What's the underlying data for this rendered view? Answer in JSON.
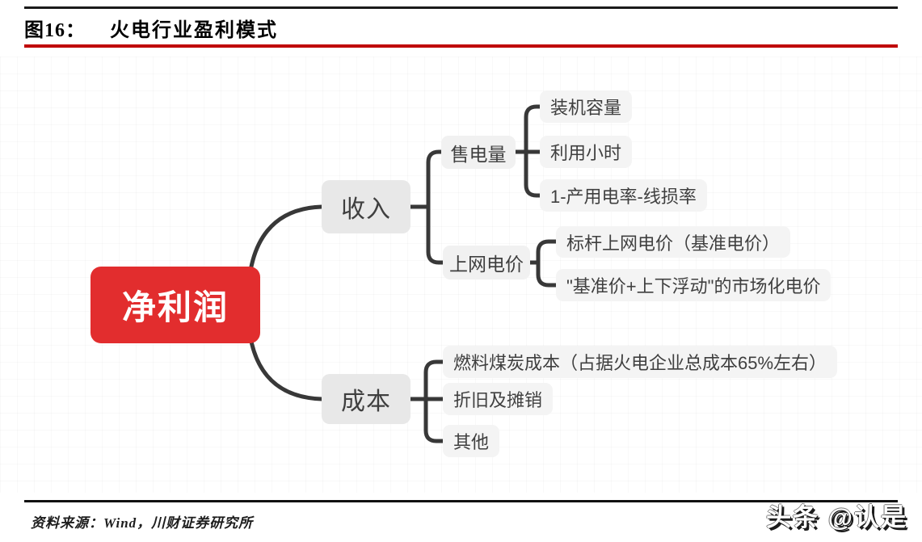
{
  "header": {
    "figure_label": "图16：",
    "title": "火电行业盈利模式"
  },
  "colors": {
    "accent_red": "#e22d2e",
    "rule_red": "#bf0000",
    "line": "#383838",
    "node_text": "#3f3f3f",
    "branch_bg": "#e8e8e8",
    "mid_bg": "#f1f1f1",
    "leaf_bg": "#f4f4f4"
  },
  "tree": {
    "root": {
      "label": "净利润"
    },
    "branches": [
      {
        "label": "收入",
        "children": [
          {
            "label": "售电量",
            "children": [
              {
                "label": "装机容量"
              },
              {
                "label": "利用小时"
              },
              {
                "label": "1-产用电率-线损率"
              }
            ]
          },
          {
            "label": "上网电价",
            "children": [
              {
                "label": "标杆上网电价（基准电价）"
              },
              {
                "label": "\"基准价+上下浮动\"的市场化电价"
              }
            ]
          }
        ]
      },
      {
        "label": "成本",
        "children": [
          {
            "label": "燃料煤炭成本（占据火电企业总成本65%左右）"
          },
          {
            "label": "折旧及摊销"
          },
          {
            "label": "其他"
          }
        ]
      }
    ]
  },
  "footer": {
    "source": "资料来源：Wind，川财证券研究所",
    "watermark": "头条 @认是"
  }
}
